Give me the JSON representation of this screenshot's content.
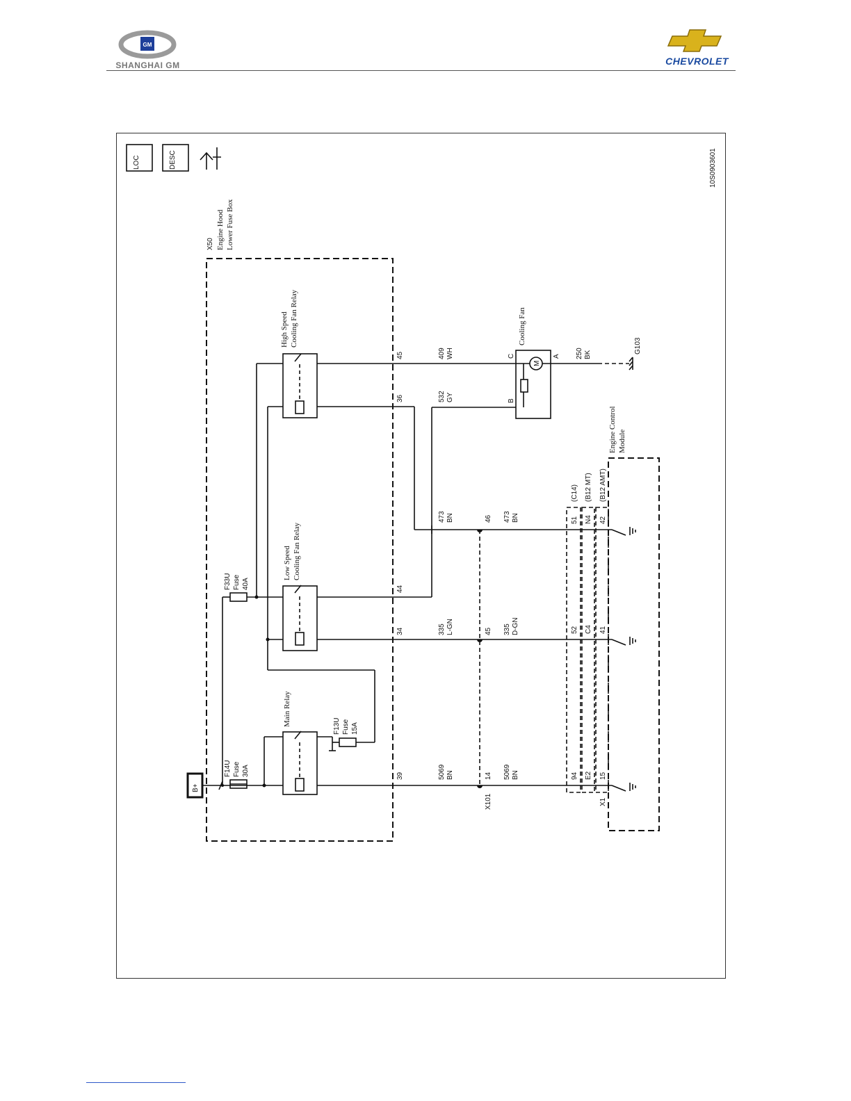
{
  "header": {
    "left_logo_text": "SHANGHAI GM",
    "left_logo_badge": "GM",
    "right_logo_text": "CHEVROLET"
  },
  "toolbar_icons": {
    "loc": "LOC",
    "desc": "DESC"
  },
  "figure_id": "10S0903601",
  "fuse_box": {
    "id": "X50",
    "name_line1": "Engine Hood",
    "name_line2": "Lower Fuse Box"
  },
  "power": "B+",
  "fuses": {
    "f14u": {
      "id": "F14U",
      "type": "Fuse",
      "rating": "30A"
    },
    "f13u": {
      "id": "F13U",
      "type": "Fuse",
      "rating": "15A"
    },
    "f33u": {
      "id": "F33U",
      "type": "Fuse",
      "rating": "40A"
    }
  },
  "relays": {
    "main": "Main Relay",
    "low_line1": "Low Speed",
    "low_line2": "Cooling Fan Relay",
    "high_line1": "High Speed",
    "high_line2": "Cooling Fan Relay"
  },
  "fan": {
    "name": "Cooling Fan",
    "pin_a": "A",
    "pin_b": "B",
    "pin_c": "C",
    "motor": "M"
  },
  "ground": "G103",
  "ecm": {
    "name_line1": "Engine Control",
    "name_line2": "Module",
    "connector": "X1",
    "conn_c14": "(C14)",
    "conn_b12mt": "(B12 MT)",
    "conn_b12amt": "(B12 AMT)"
  },
  "inline_connector": "X101",
  "wires": {
    "w409": {
      "pin": "45",
      "circuit": "409",
      "color": "WH"
    },
    "w532": {
      "pin": "36",
      "circuit": "532",
      "color": "GY"
    },
    "w250": {
      "circuit": "250",
      "color": "BK"
    },
    "w473a": {
      "circuit": "473",
      "color": "BN"
    },
    "w473b": {
      "pin": "46",
      "circuit": "473",
      "color": "BN"
    },
    "w44": {
      "pin": "44"
    },
    "w335a": {
      "pin": "34",
      "circuit": "335",
      "color": "L-GN"
    },
    "w335b": {
      "pin": "45",
      "circuit": "335",
      "color": "D-GN"
    },
    "w5069a": {
      "pin": "39",
      "circuit": "5069",
      "color": "BN"
    },
    "w5069b": {
      "pin": "14",
      "circuit": "5069",
      "color": "BN"
    }
  },
  "ecm_pins": {
    "row473": {
      "c14": "51",
      "mt": "N4",
      "amt": "42"
    },
    "row335": {
      "c14": "52",
      "mt": "C4",
      "amt": "41"
    },
    "row5069": {
      "c14": "94",
      "mt": "E2",
      "amt": "15"
    }
  }
}
